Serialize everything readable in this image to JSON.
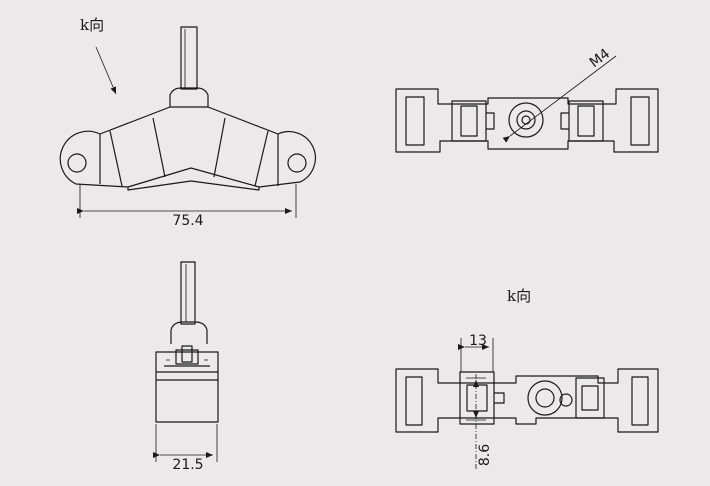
{
  "drawing": {
    "front_view": {
      "view_label": "k向",
      "width_dim": "75.4"
    },
    "top_view": {
      "thread_label": "M4"
    },
    "side_view": {
      "width_dim": "21.5"
    },
    "k_view": {
      "view_label": "k向",
      "spacing_dim": "13",
      "height_dim": "8.6"
    }
  }
}
